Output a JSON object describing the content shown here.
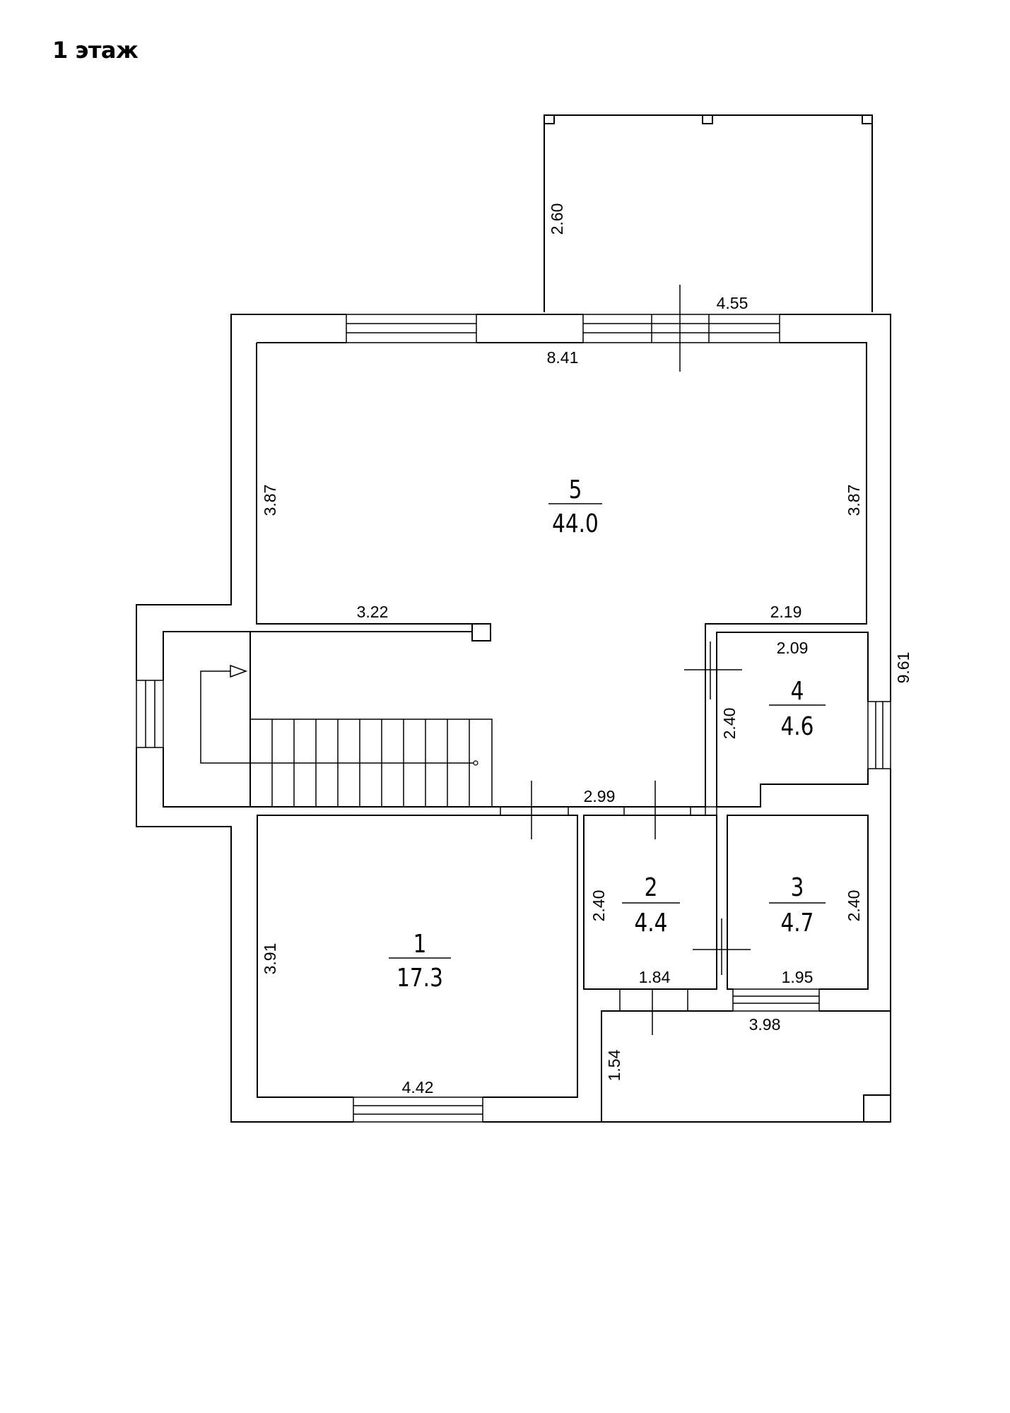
{
  "title": "1 этаж",
  "rooms": [
    {
      "number": "5",
      "area": "44.0"
    },
    {
      "number": "1",
      "area": "17.3"
    },
    {
      "number": "2",
      "area": "4.4"
    },
    {
      "number": "3",
      "area": "4.7"
    },
    {
      "number": "4",
      "area": "4.6"
    }
  ],
  "dimensions": {
    "terrace_depth": "2.60",
    "terrace_width": "4.55",
    "hall_width": "8.41",
    "hall_left_depth": "3.87",
    "hall_right_depth": "3.87",
    "hall_bottom_left": "3.22",
    "hall_bottom_right": "2.19",
    "room4_width": "2.09",
    "room4_depth": "2.40",
    "total_depth": "9.61",
    "corridor_width": "2.99",
    "room2_depth": "2.40",
    "room3_depth": "2.40",
    "room1_depth": "3.91",
    "room1_width": "4.42",
    "room2_width": "1.84",
    "room3_width": "1.95",
    "porch_width": "3.98",
    "porch_depth": "1.54"
  }
}
